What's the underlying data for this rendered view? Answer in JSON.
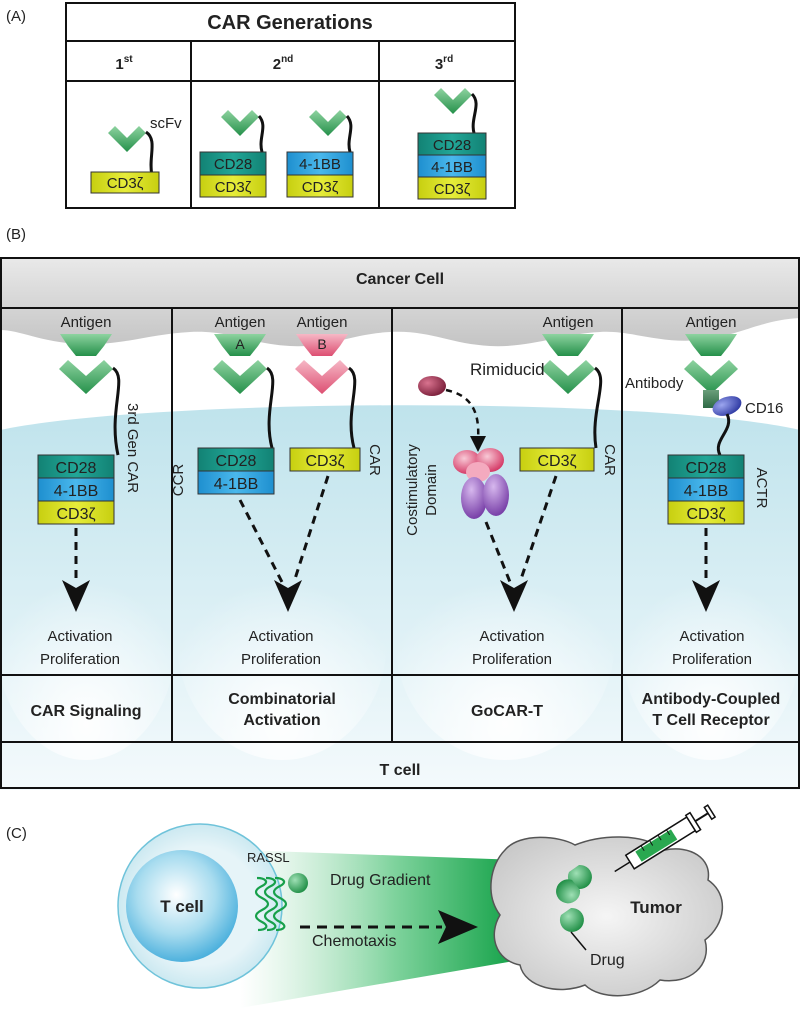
{
  "panel_a": {
    "letter": "(A)",
    "title": "CAR Generations",
    "gen1": {
      "num": "1",
      "sup": "st"
    },
    "gen2": {
      "num": "2",
      "sup": "nd"
    },
    "gen3": {
      "num": "3",
      "sup": "rd"
    },
    "scfv": "scFv",
    "cd28": "CD28",
    "bb": "4-1BB",
    "cd3z": "CD3ζ"
  },
  "panel_b": {
    "letter": "(B)",
    "cancer_cell": "Cancer Cell",
    "t_cell": "T cell",
    "antigen": "Antigen",
    "antigen_a": "A",
    "antigen_b": "B",
    "cd28": "CD28",
    "bb": "4-1BB",
    "cd3z": "CD3ζ",
    "activation": "Activation",
    "proliferation": "Proliferation",
    "col1": {
      "side": "3rd Gen CAR",
      "footer": "CAR Signaling"
    },
    "col2": {
      "ccr": "CCR",
      "car": "CAR",
      "footer_1": "Combinatorial",
      "footer_2": "Activation"
    },
    "col3": {
      "drug": "Rimiducid",
      "costim_1": "Costimulatory",
      "costim_2": "Domain",
      "car": "CAR",
      "footer": "GoCAR-T"
    },
    "col4": {
      "antibody": "Antibody",
      "cd16": "CD16",
      "actr": "ACTR",
      "footer_1": "Antibody-Coupled",
      "footer_2": "T Cell Receptor"
    }
  },
  "panel_c": {
    "letter": "(C)",
    "t_cell": "T cell",
    "rassl": "RASSL",
    "gradient": "Drug Gradient",
    "chemotaxis": "Chemotaxis",
    "tumor": "Tumor",
    "drug": "Drug"
  },
  "colors": {
    "cd28": "#1a9a8c",
    "bb": "#29a3dc",
    "cd3z": "#d8e01c",
    "antibody_green": "#2e9a52",
    "antigen_b": "#e0557a",
    "cell_blue": "#b7e0ea",
    "cancer_gray": "#cfcfcf",
    "drug_green": "#1fa84c"
  }
}
